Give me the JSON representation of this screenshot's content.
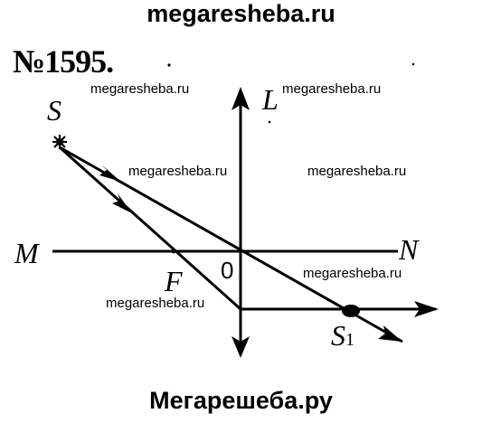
{
  "header": {
    "site": "megaresheba.ru"
  },
  "footer": {
    "site": "Мегарешеба.ру"
  },
  "problem_number": "№1595.",
  "watermark": "megaresheba.ru",
  "labels": {
    "source": "S",
    "lens": "L",
    "axis_left": "M",
    "axis_right": "N",
    "focus": "F",
    "center": "0",
    "image": "S",
    "image_subscript": "1"
  }
}
